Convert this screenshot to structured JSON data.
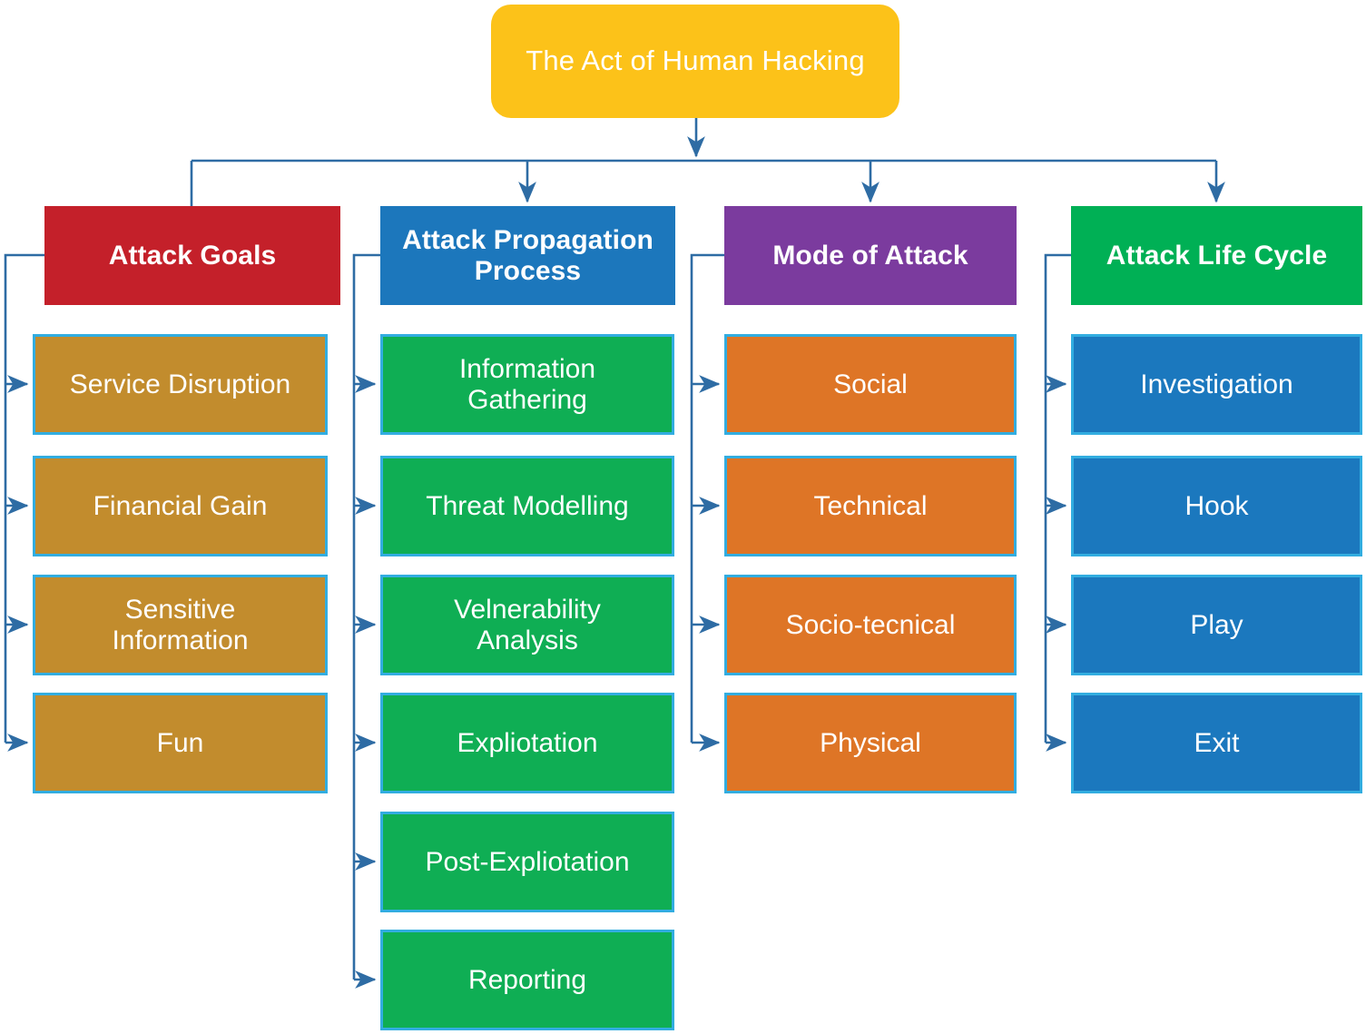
{
  "diagram": {
    "title": "The Act of Human Hacking",
    "type": "hierarchy-tree",
    "root": {
      "label": "The Act of Human Hacking",
      "color": "#FCC219",
      "text_color": "#FFFFFF",
      "shape": "rounded-rectangle"
    },
    "item_border_color": "#32ADE0",
    "connector_color": "#2E6CA4",
    "background": "#FFFFFF",
    "branches": [
      {
        "header": {
          "label": "Attack Goals",
          "color": "#C4202A"
        },
        "item_color": "#C28C2D",
        "items": [
          {
            "label": "Service Disruption"
          },
          {
            "label": "Financial Gain"
          },
          {
            "label": "Sensitive\nInformation"
          },
          {
            "label": "Fun"
          }
        ]
      },
      {
        "header": {
          "label": "Attack Propagation\nProcess",
          "color": "#1C77BC"
        },
        "item_color": "#0FAE54",
        "items": [
          {
            "label": "Information\nGathering"
          },
          {
            "label": "Threat Modelling"
          },
          {
            "label": "Velnerability\nAnalysis"
          },
          {
            "label": "Expliotation"
          },
          {
            "label": "Post-Expliotation"
          },
          {
            "label": "Reporting"
          }
        ]
      },
      {
        "header": {
          "label": "Mode of Attack",
          "color": "#7B3B9E"
        },
        "item_color": "#DE7526",
        "items": [
          {
            "label": "Social"
          },
          {
            "label": "Technical"
          },
          {
            "label": "Socio-tecnical"
          },
          {
            "label": "Physical"
          }
        ]
      },
      {
        "header": {
          "label": "Attack Life Cycle",
          "color": "#00B055"
        },
        "item_color": "#1B78BE",
        "items": [
          {
            "label": "Investigation"
          },
          {
            "label": "Hook"
          },
          {
            "label": "Play"
          },
          {
            "label": "Exit"
          }
        ]
      }
    ]
  }
}
